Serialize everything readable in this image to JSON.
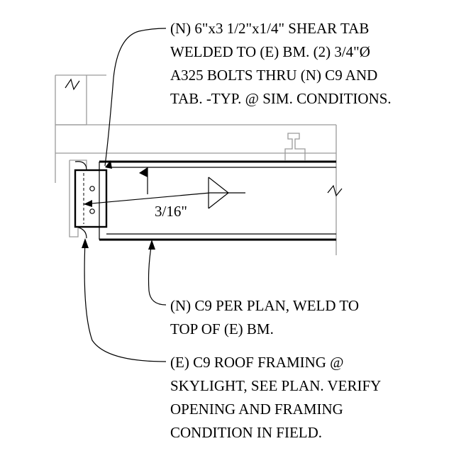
{
  "notes": {
    "shear_tab": [
      "(N) 6\"x3 1/2\"x1/4\" SHEAR TAB",
      "WELDED TO (E) BM. (2) 3/4\"Ø",
      "A325 BOLTS THRU (N) C9 AND",
      "TAB. -TYP. @ SIM. CONDITIONS."
    ],
    "new_channel": [
      "(N) C9 PER PLAN, WELD TO",
      "TOP OF (E) BM."
    ],
    "existing_channel": [
      "(E) C9 ROOF FRAMING @",
      "SKYLIGHT, SEE PLAN. VERIFY",
      "OPENING AND FRAMING",
      "CONDITION IN FIELD."
    ]
  },
  "weld_symbol": {
    "size": "3/16\""
  }
}
